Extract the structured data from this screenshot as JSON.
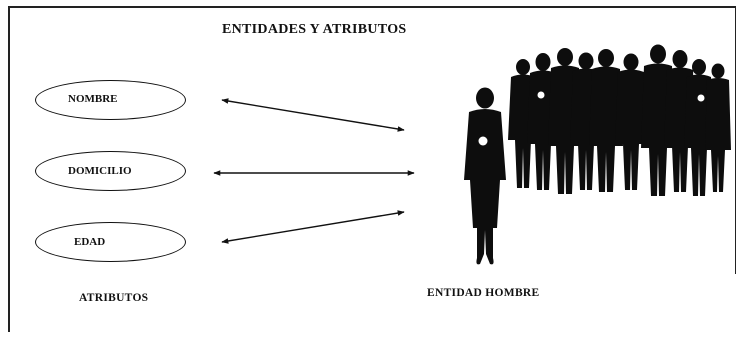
{
  "diagram": {
    "title": "ENTIDADES Y ATRIBUTOS",
    "attributes": [
      {
        "label": "NOMBRE"
      },
      {
        "label": "DOMICILIO"
      },
      {
        "label": "EDAD"
      }
    ],
    "attributes_caption": "ATRIBUTOS",
    "entity_caption": "ENTIDAD HOMBRE"
  },
  "colors": {
    "ink": "#111111",
    "silhouette": "#0d0d0d",
    "background": "#ffffff"
  }
}
